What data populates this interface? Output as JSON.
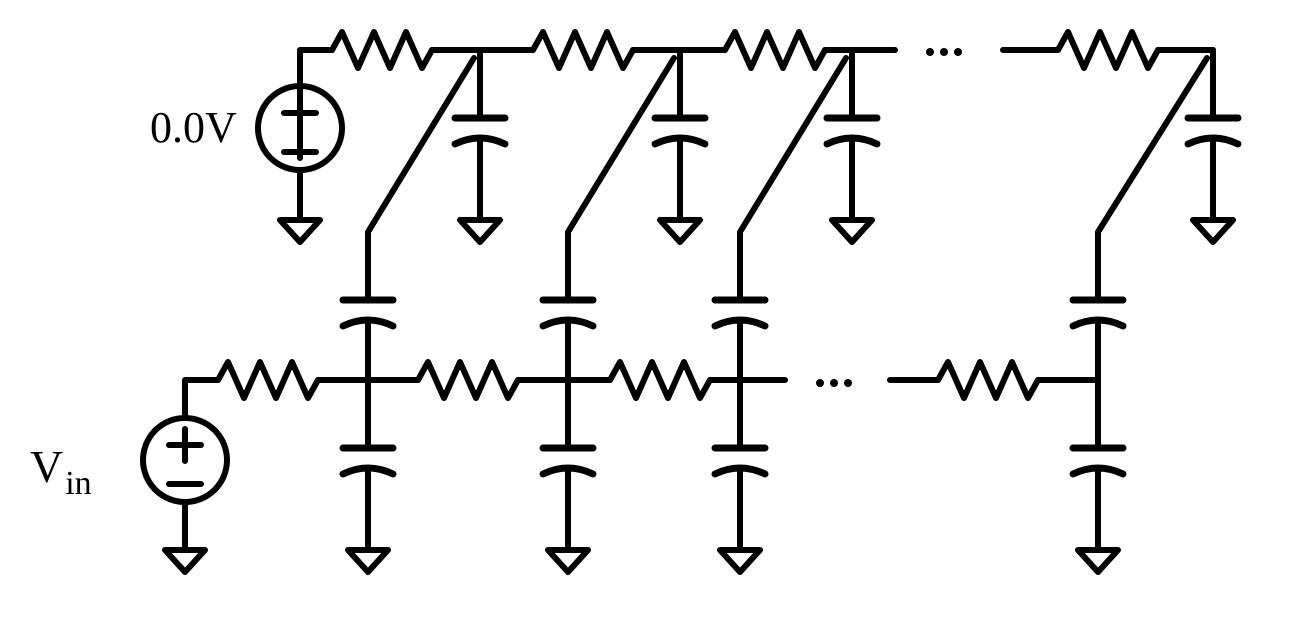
{
  "labels": {
    "top_source": "0.0V",
    "bottom_source_main": "V",
    "bottom_source_sub": "in",
    "source_plus": "+",
    "source_minus": "−",
    "ellipsis": "···"
  }
}
